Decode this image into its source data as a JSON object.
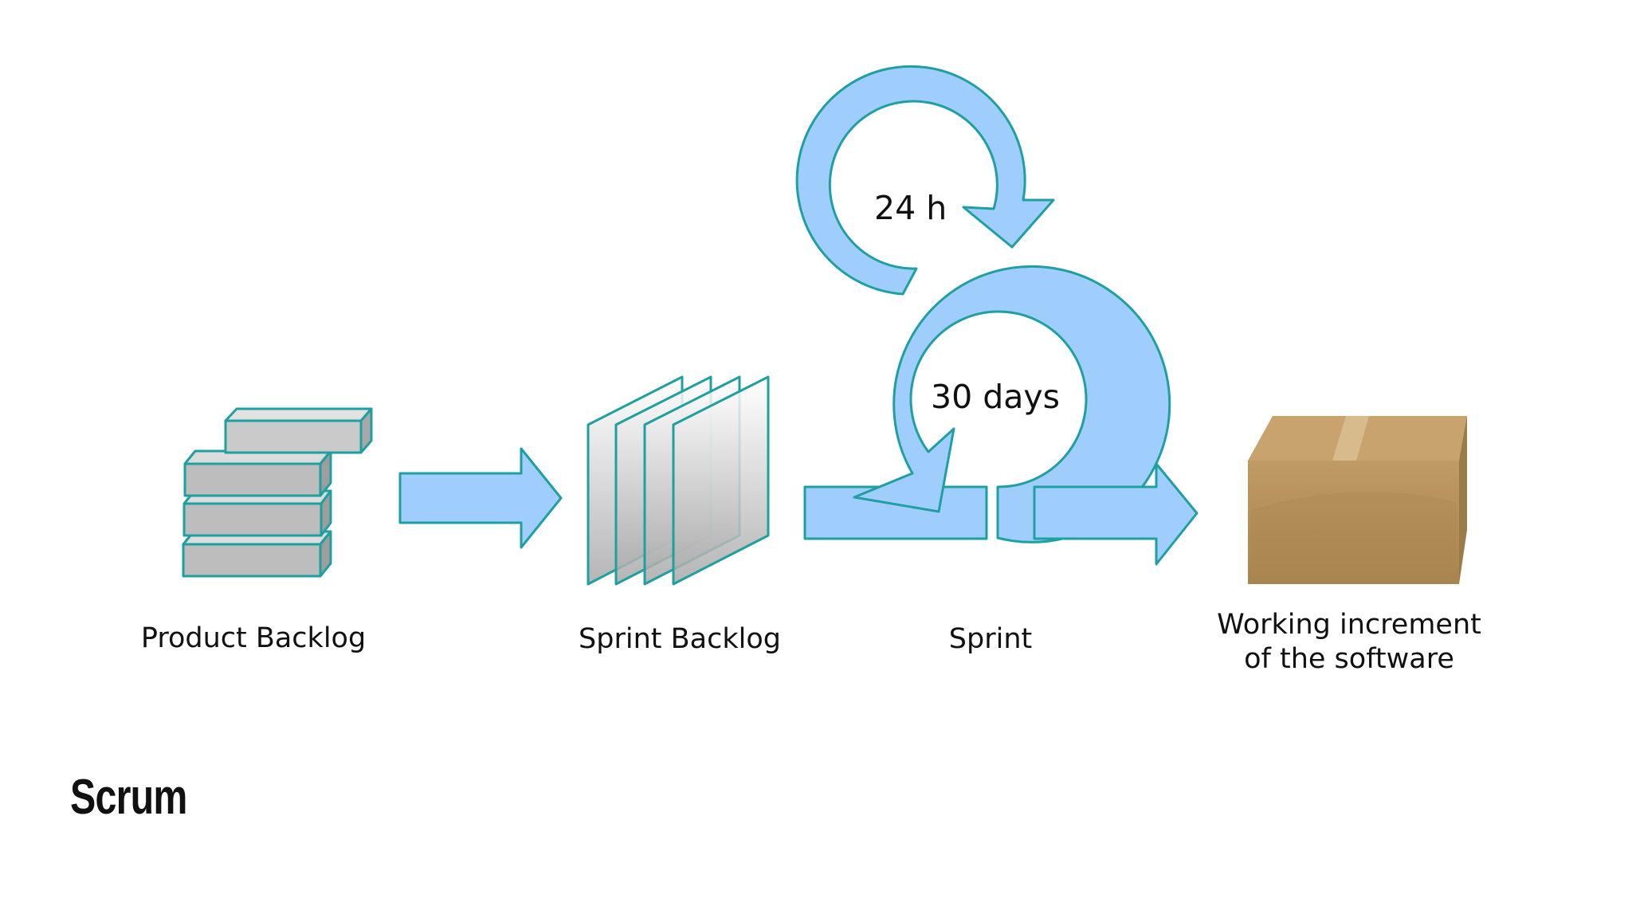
{
  "slide": {
    "title": "Scrum"
  },
  "diagram": {
    "stages": {
      "product_backlog": "Product Backlog",
      "sprint_backlog": "Sprint Backlog",
      "sprint": "Sprint",
      "increment_line1": "Working increment",
      "increment_line2": "of the software"
    },
    "loops": {
      "daily": "24 h",
      "sprint": "30 days"
    }
  },
  "colors": {
    "arrow_fill": "#9fcdfc",
    "arrow_stroke": "#1fa0a0",
    "block_fill": "#bdbdbd",
    "box_fill": "#b9935c"
  }
}
